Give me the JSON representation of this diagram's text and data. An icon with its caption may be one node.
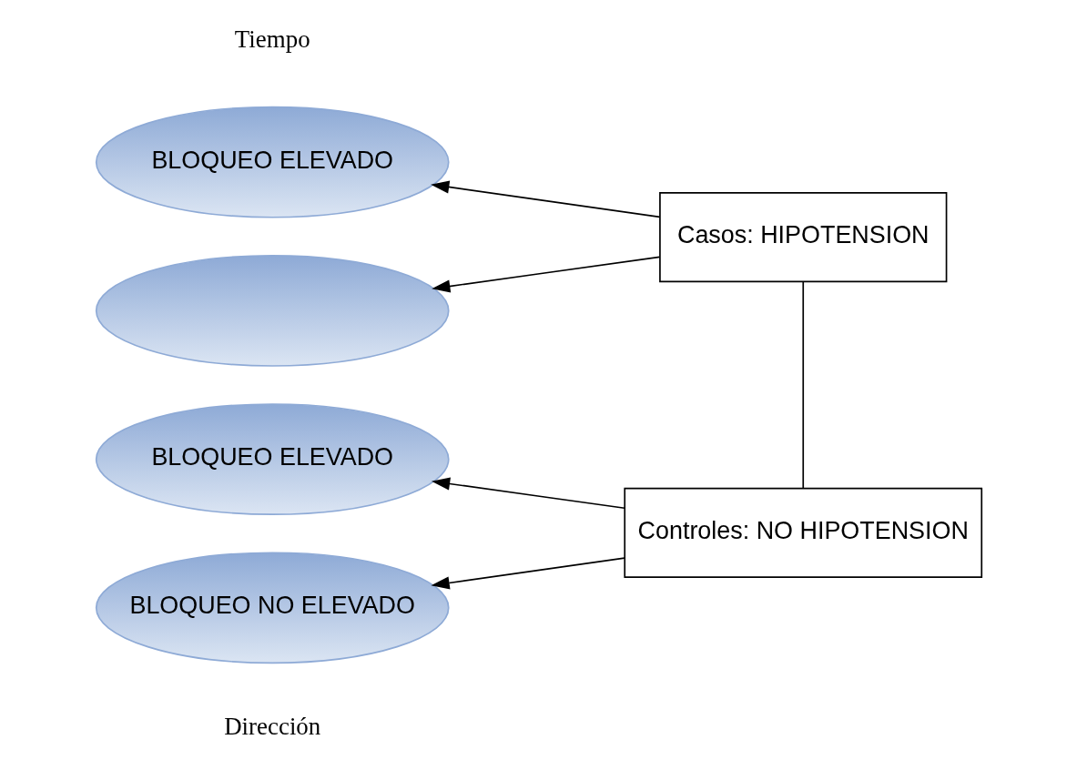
{
  "diagram": {
    "nodes": [
      {
        "text": [
          "BLOQUEO ELEVADO"
        ]
      },
      {
        "text": [],
        "shape": "ellipse"
      },
      {
        "text": [
          "BLOQUEO ELEVADO"
        ]
      },
      {
        "text": [
          "BLOQUEO NO ELEVADO"
        ]
      },
      {
        "text": [
          "Casos: HIPOTENSION"
        ]
      },
      {
        "text": [
          "Controles: NO HIPOTENSION"
        ]
      }
    ],
    "edges": [
      {
        "from": 4,
        "to": 0,
        "arrow": "to"
      },
      {
        "from": 4,
        "to": 1,
        "arrow": "to"
      },
      {
        "from": 5,
        "to": 2,
        "arrow": "to"
      },
      {
        "from": 5,
        "to": 3,
        "arrow": "to"
      },
      {
        "from": 4,
        "to": 5,
        "arrow": "none"
      }
    ],
    "labels": [
      "Tiempo",
      "Dirección"
    ]
  }
}
